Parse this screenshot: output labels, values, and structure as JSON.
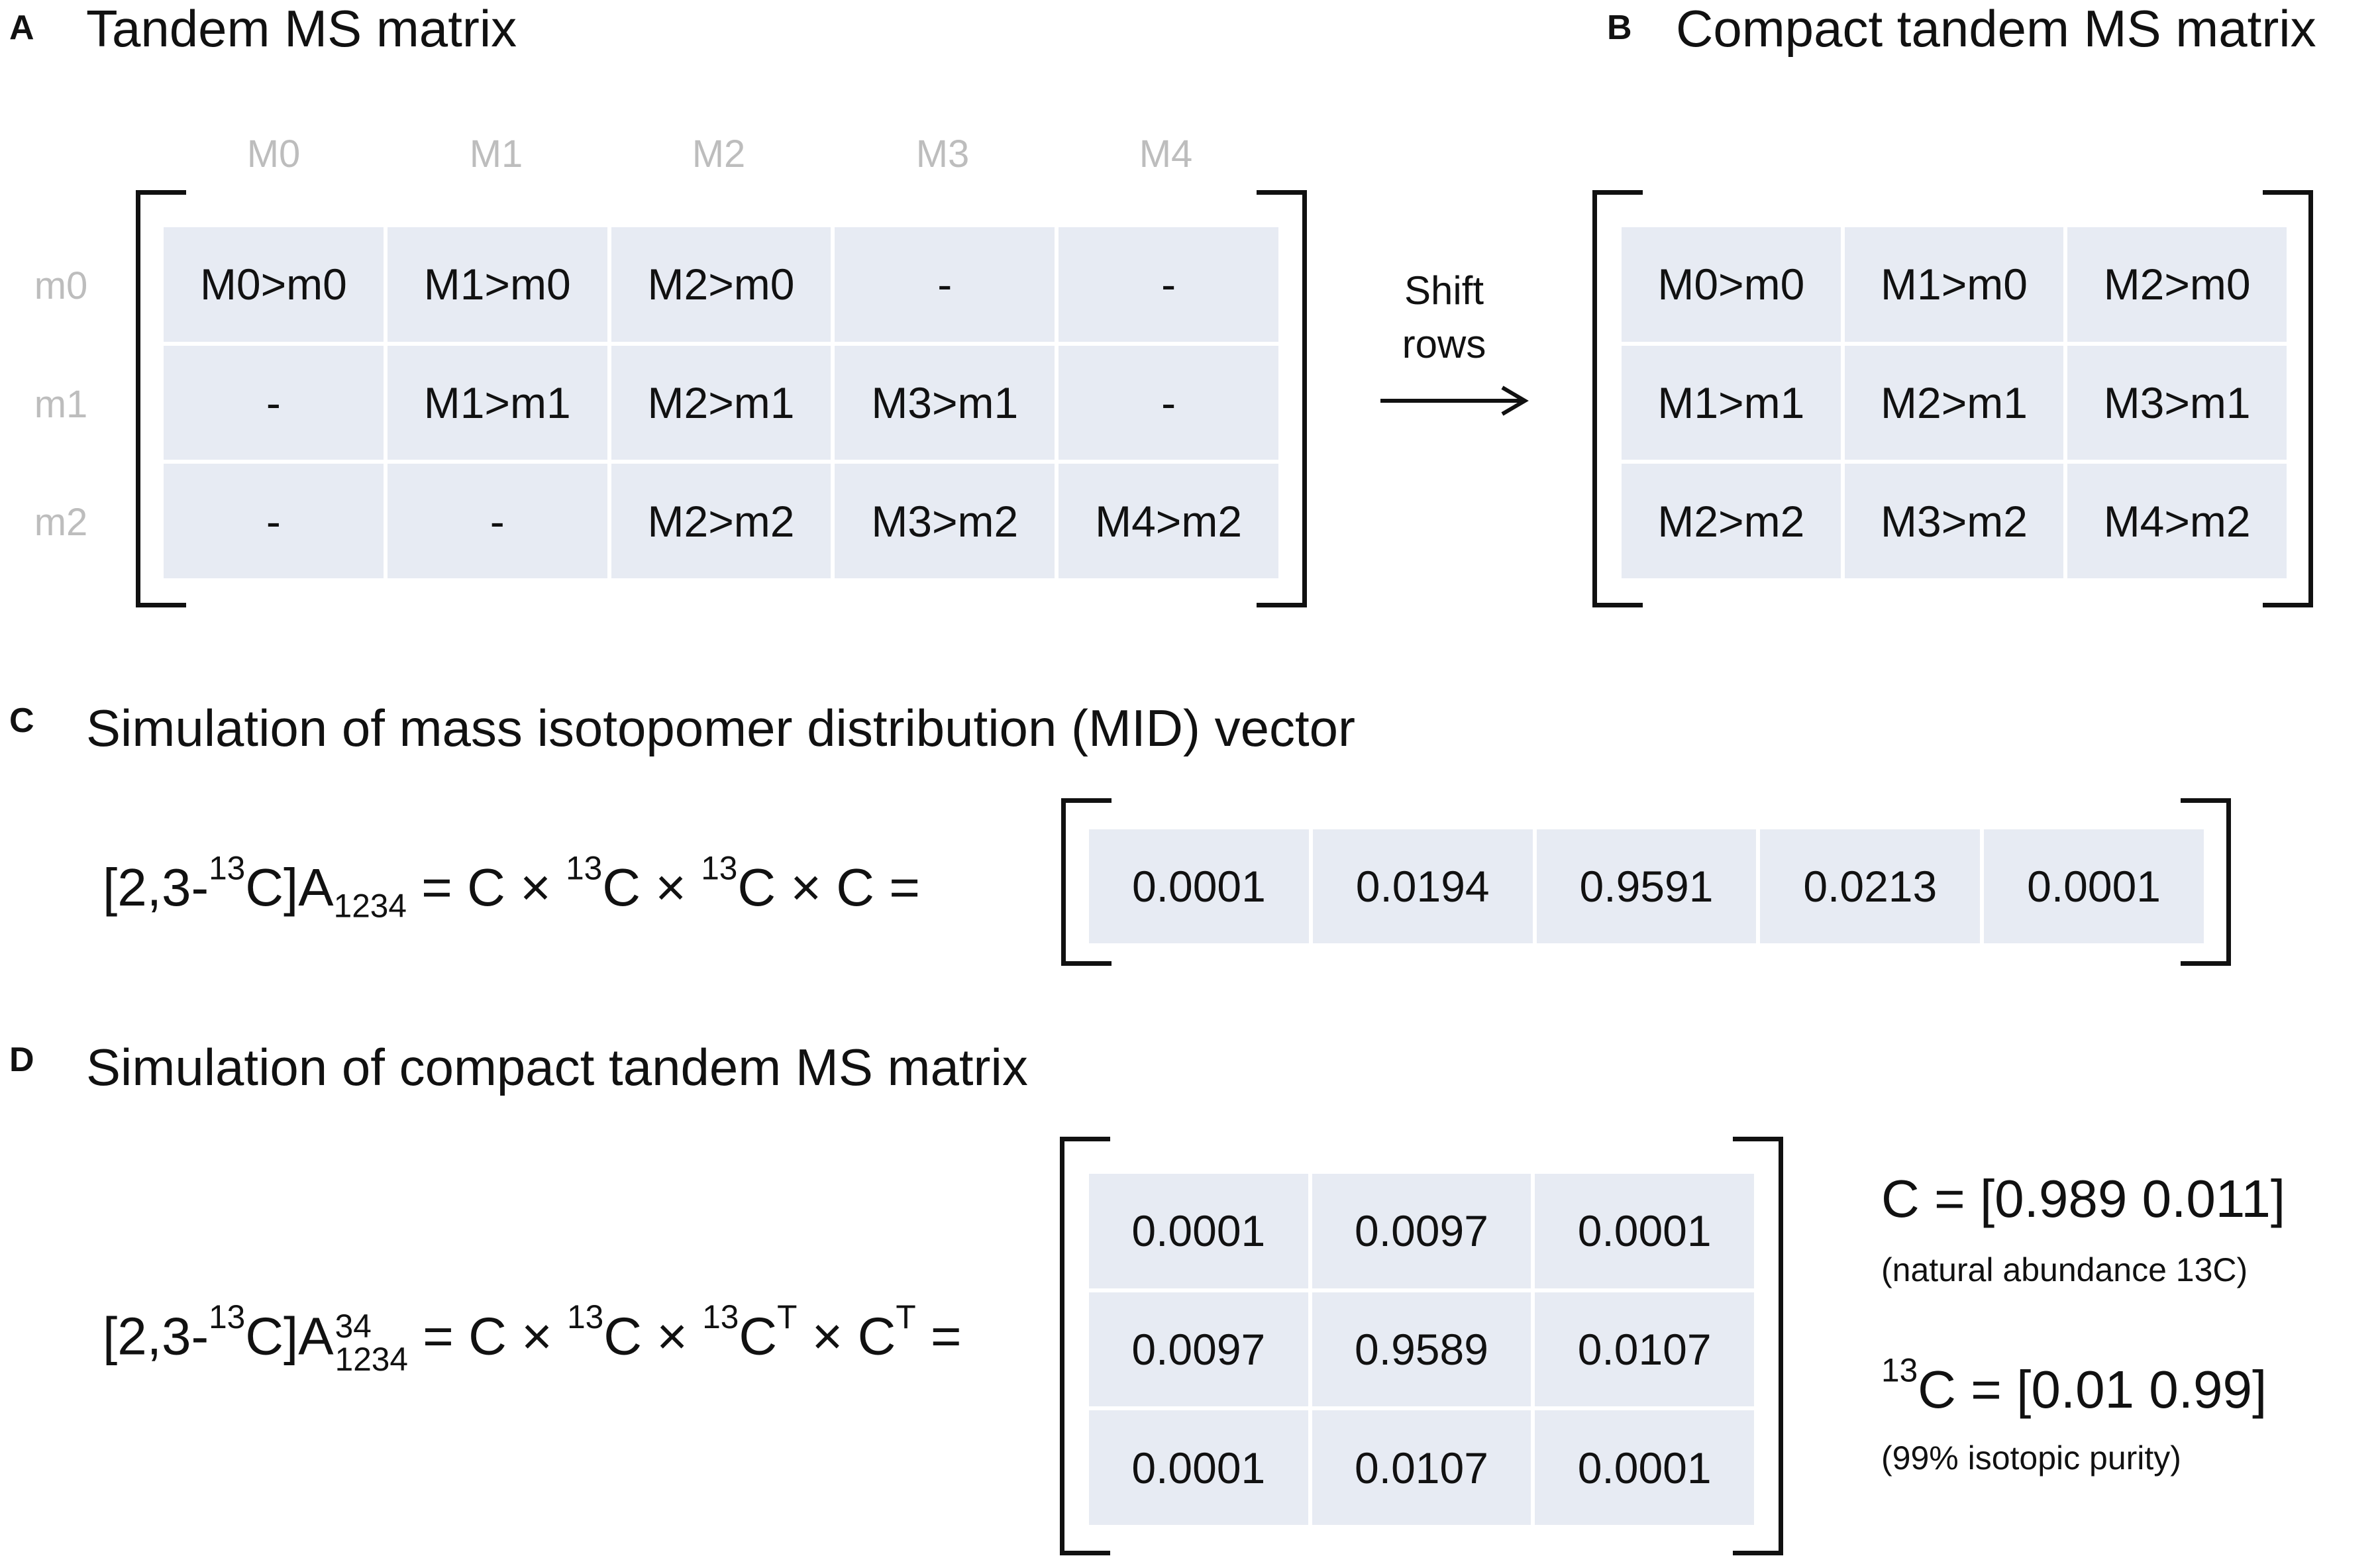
{
  "panelA": {
    "letter": "A",
    "title": "Tandem MS matrix",
    "col_headers": [
      "M0",
      "M1",
      "M2",
      "M3",
      "M4"
    ],
    "row_headers": [
      "m0",
      "m1",
      "m2"
    ],
    "cells": [
      [
        "M0>m0",
        "M1>m0",
        "M2>m0",
        "-",
        "-"
      ],
      [
        "-",
        "M1>m1",
        "M2>m1",
        "M3>m1",
        "-"
      ],
      [
        "-",
        "-",
        "M2>m2",
        "M3>m2",
        "M4>m2"
      ]
    ]
  },
  "arrow": {
    "line1": "Shift",
    "line2": "rows"
  },
  "panelB": {
    "letter": "B",
    "title": "Compact tandem MS matrix",
    "cells": [
      [
        "M0>m0",
        "M1>m0",
        "M2>m0"
      ],
      [
        "M1>m1",
        "M2>m1",
        "M3>m1"
      ],
      [
        "M2>m2",
        "M3>m2",
        "M4>m2"
      ]
    ]
  },
  "panelC": {
    "letter": "C",
    "title": "Simulation of mass isotopomer distribution (MID) vector",
    "eq": {
      "t1": "[2,3-",
      "s1": "13",
      "t2": "C]A",
      "sub1": "1234",
      "t3": " = C × ",
      "s2": "13",
      "t4": "C × ",
      "s3": "13",
      "t5": "C × C ="
    },
    "vector": [
      "0.0001",
      "0.0194",
      "0.9591",
      "0.0213",
      "0.0001"
    ]
  },
  "panelD": {
    "letter": "D",
    "title": "Simulation of compact tandem MS matrix",
    "eq": {
      "t1": "[2,3-",
      "s1": "13",
      "t2": "C]A",
      "sup2": "34",
      "sub2": "1234",
      "t3": " = C × ",
      "s3": "13",
      "t4": "C × ",
      "s4": "13",
      "t5": "C",
      "supT1": "T",
      "t6": " × C",
      "supT2": "T",
      "t7": " ="
    },
    "matrix": [
      [
        "0.0001",
        "0.0097",
        "0.0001"
      ],
      [
        "0.0097",
        "0.9589",
        "0.0107"
      ],
      [
        "0.0001",
        "0.0107",
        "0.0001"
      ]
    ],
    "side": {
      "c_def": "C = [0.989 0.011]",
      "c_note": "(natural abundance 13C)",
      "c13_sup": "13",
      "c13_def": "C = [0.01 0.99]",
      "c13_note": "(99% isotopic purity)"
    }
  }
}
